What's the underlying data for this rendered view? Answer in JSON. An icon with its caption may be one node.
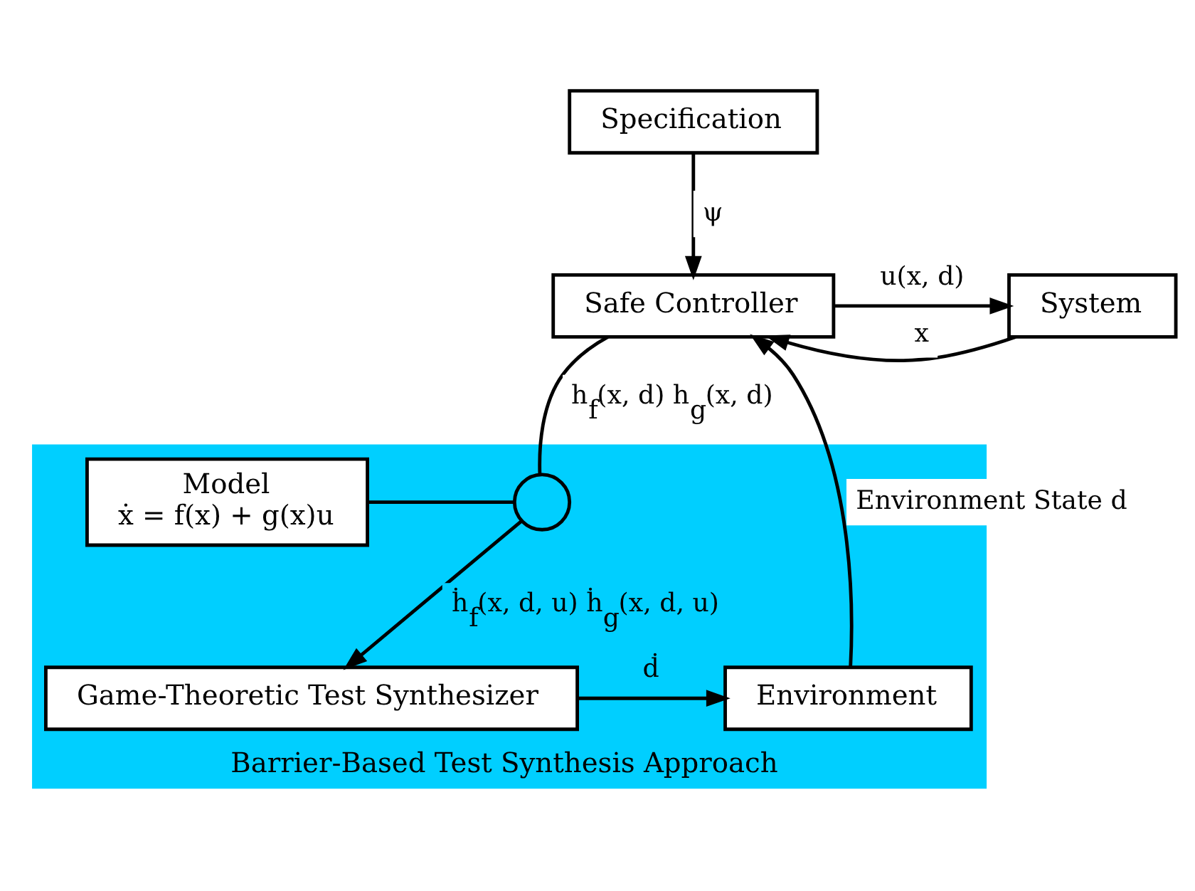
{
  "diagram": {
    "nodes": [
      {
        "text": [
          "Specification"
        ]
      },
      {
        "text": [
          "Safe Controller"
        ]
      },
      {
        "text": [
          "System"
        ]
      },
      {
        "text": [
          "Barrier-Based Test Synthesis Approach"
        ]
      },
      {
        "text": [
          "Model",
          "ẋ = f(x) + g(x)u"
        ],
        "in": 3
      },
      {
        "text": [],
        "shape": "circle",
        "in": 3
      },
      {
        "text": [
          "Game-Theoretic Test Synthesizer"
        ],
        "in": 3
      },
      {
        "text": [
          "Environment"
        ],
        "in": 3
      }
    ],
    "edges": [
      {
        "from": 0,
        "to": 1,
        "arrow": "to",
        "label": "ψ"
      },
      {
        "from": 1,
        "to": 2,
        "arrow": "to",
        "label": "u(x, d)"
      },
      {
        "from": 2,
        "to": 1,
        "arrow": "to",
        "label": "x"
      },
      {
        "from": 1,
        "to": 5,
        "arrow": "none",
        "label": "h$_{f}$(x, d) h$_{g}$(x, d)"
      },
      {
        "from": 4,
        "to": 5,
        "arrow": "none"
      },
      {
        "from": 5,
        "to": 6,
        "arrow": "to",
        "label": "ḣ$_{f}$(x, d, u) ḣ$_{g}$(x, d, u)"
      },
      {
        "from": 6,
        "to": 7,
        "arrow": "to",
        "label": "ḋ"
      },
      {
        "from": 7,
        "to": 1,
        "arrow": "to",
        "label": "Environment State d"
      }
    ]
  }
}
